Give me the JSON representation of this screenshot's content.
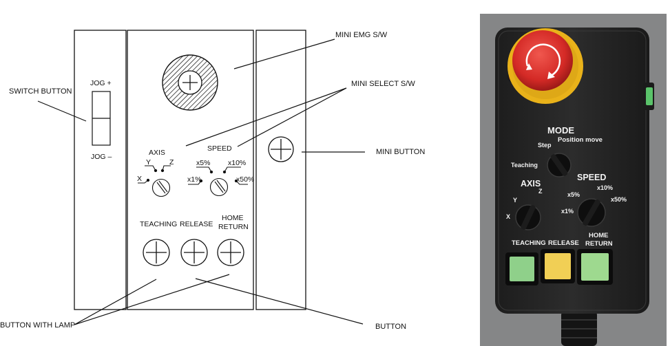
{
  "drawing": {
    "callouts": {
      "switch_button": "SWITCH BUTTON",
      "mini_emg": "MINI EMG S/W",
      "mini_select": "MINI SELECT S/W",
      "mini_button": "MINI BUTTON",
      "button_with_lamp": "BUTTON WITH LAMP",
      "button": "BUTTON"
    },
    "jog_plus": "JOG +",
    "jog_minus": "JOG –",
    "axis": {
      "label": "AXIS",
      "options": {
        "x": "X",
        "y": "Y",
        "z": "Z"
      }
    },
    "speed": {
      "label": "SPEED",
      "options": {
        "x1": "x1%",
        "x5": "x5%",
        "x10": "x10%",
        "x50": "x50%"
      }
    },
    "buttons": {
      "teaching": "TEACHING",
      "release": "RELEASE",
      "home_1": "HOME",
      "home_2": "RETURN"
    }
  },
  "photo": {
    "mode": {
      "label": "MODE",
      "step": "Step",
      "position_move": "Position move",
      "teaching": "Teaching"
    },
    "axis": {
      "label": "AXIS",
      "x": "X",
      "y": "Y",
      "z": "Z"
    },
    "speed": {
      "label": "SPEED",
      "x1": "x1%",
      "x5": "x5%",
      "x10": "x10%",
      "x50": "x50%"
    },
    "buttons": {
      "teaching": "TEACHING",
      "release": "RELEASE",
      "home_1": "HOME",
      "home_2": "RETURN"
    },
    "colors": {
      "body": "#262626",
      "emergency_red": "#d42a26",
      "emergency_yellow": "#e9b21a",
      "teaching_lamp": "#8fd08a",
      "release_lamp": "#f1cf55",
      "home_lamp": "#9ed98f",
      "side_lamp": "#5ac36a"
    }
  }
}
